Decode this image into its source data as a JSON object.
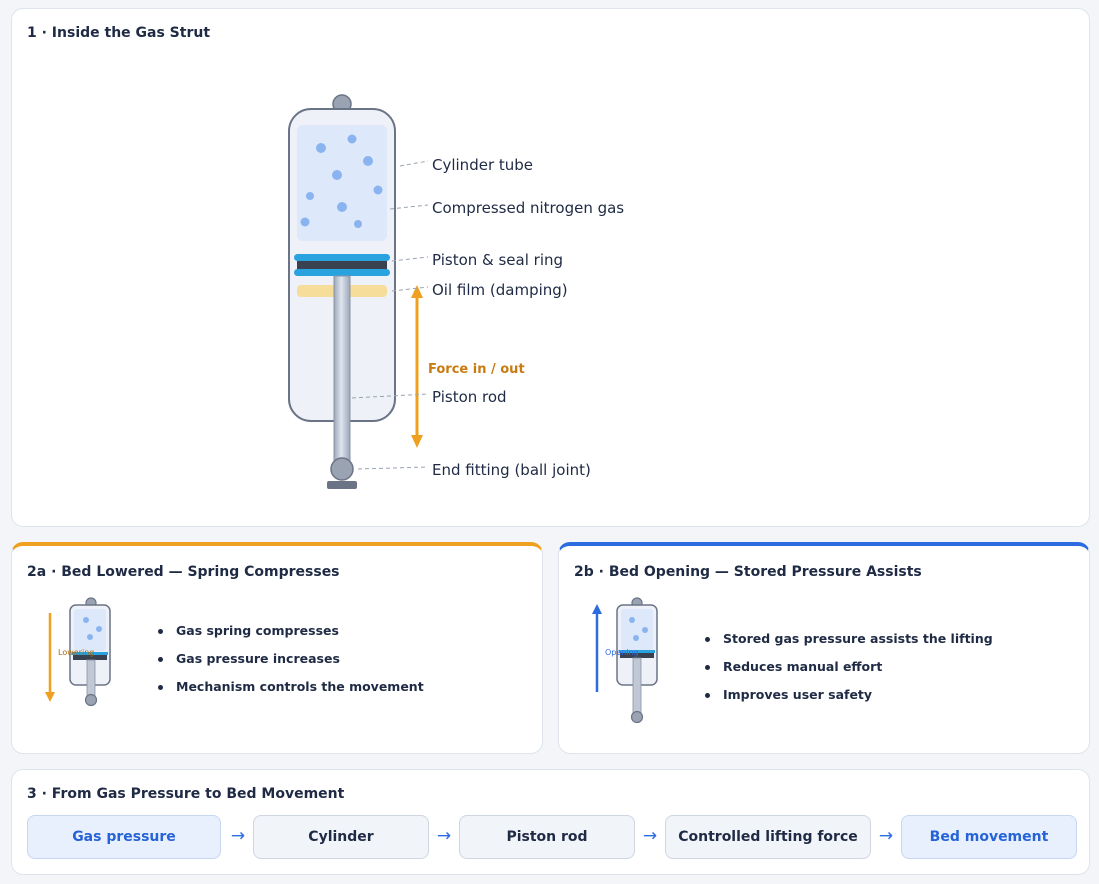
{
  "panel1": {
    "title": "1 · Inside the Gas Strut",
    "labels": {
      "cylinder_tube": "Cylinder tube",
      "gas": "Compressed nitrogen gas",
      "piston_seal": "Piston & seal ring",
      "oil_film": "Oil film (damping)",
      "force": "Force in / out",
      "piston_rod": "Piston rod",
      "end_fitting": "End fitting (ball joint)"
    }
  },
  "panel2a": {
    "title": "2a · Bed Lowered — Spring Compresses",
    "mini_label": "Lowering",
    "bullets": [
      "Gas spring compresses",
      "Gas pressure increases",
      "Mechanism controls the movement"
    ]
  },
  "panel2b": {
    "title": "2b · Bed Opening — Stored Pressure Assists",
    "mini_label": "Opening",
    "bullets": [
      "Stored gas pressure assists the lifting",
      "Reduces manual effort",
      "Improves user safety"
    ]
  },
  "panel3": {
    "title": "3 · From Gas Pressure to Bed Movement",
    "steps": [
      "Gas pressure",
      "Cylinder",
      "Piston rod",
      "Controlled lifting force",
      "Bed movement"
    ],
    "arrow": "→"
  },
  "colors": {
    "orange": "#f0a020",
    "blue": "#2d6be0",
    "seal": "#29a3e0",
    "gas_dot": "#8ab4f0"
  }
}
